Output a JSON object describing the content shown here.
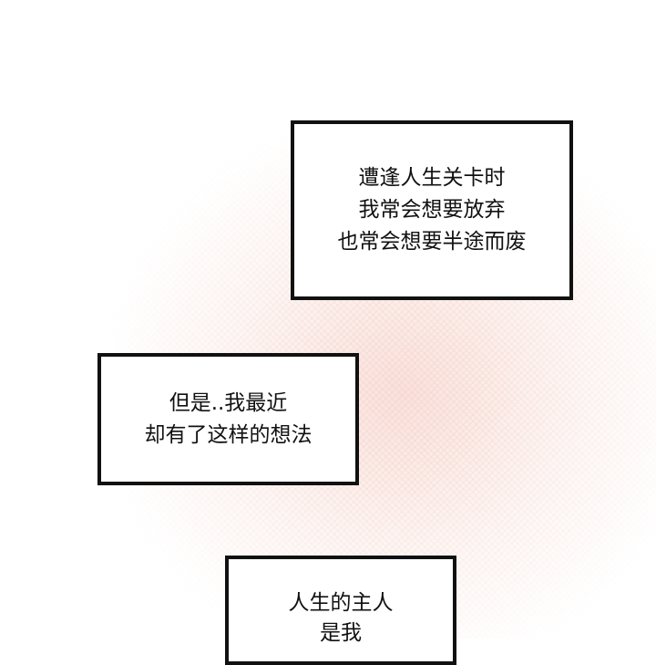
{
  "panels": [
    {
      "lines": [
        "遭逢人生关卡时",
        "我常会想要放弃",
        "也常会想要半途而废"
      ]
    },
    {
      "lines": [
        "但是..我最近",
        "却有了这样的想法"
      ]
    },
    {
      "lines": [
        "人生的主人",
        "是我"
      ]
    }
  ],
  "colors": {
    "border": "#111111",
    "texture": "#f4c8be"
  }
}
